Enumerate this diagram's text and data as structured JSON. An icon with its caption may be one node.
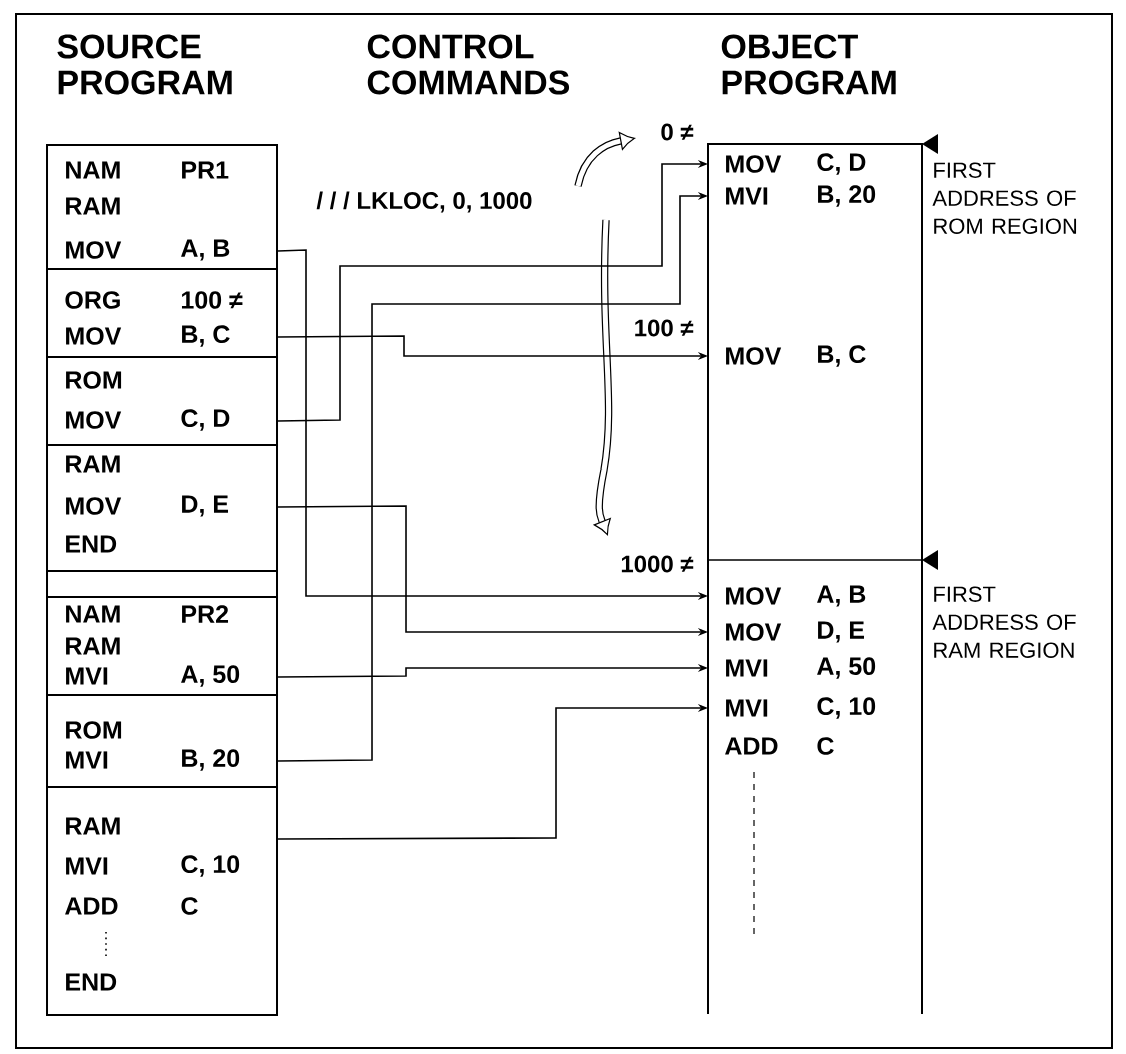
{
  "diagram": {
    "nodes": [
      {
        "text": [
          "NAM",
          "PR1",
          "RAM",
          "MOV",
          "A, B"
        ]
      },
      {
        "text": [
          "ORG",
          "100 ≠",
          "MOV",
          "B, C"
        ]
      },
      {
        "text": [
          "ROM",
          "MOV",
          "C, D"
        ]
      },
      {
        "text": [
          "RAM",
          "MOV",
          "D, E",
          "END"
        ]
      },
      {
        "text": [],
        "shape": "box"
      },
      {
        "text": [
          "NAM",
          "PR2",
          "RAM",
          "MVI",
          "A, 50"
        ]
      },
      {
        "text": [
          "ROM",
          "MVI",
          "B, 20"
        ]
      },
      {
        "text": [
          "RAM",
          "MVI",
          "C, 10",
          "ADD",
          "C",
          "END"
        ]
      },
      {
        "text": [],
        "shape": "box"
      },
      {
        "text": [
          "MOV",
          "C, D"
        ],
        "in": 8
      },
      {
        "text": [
          "MVI",
          "B, 20"
        ],
        "in": 8
      },
      {
        "text": [
          "MOV",
          "B, C"
        ],
        "in": 8
      },
      {
        "text": [
          "MOV",
          "A, B"
        ],
        "in": 8
      },
      {
        "text": [
          "MOV",
          "D, E"
        ],
        "in": 8
      },
      {
        "text": [
          "MVI",
          "A, 50"
        ],
        "in": 8
      },
      {
        "text": [
          "MVI",
          "C, 10"
        ],
        "in": 8
      },
      {
        "text": [
          "ADD",
          "C"
        ],
        "in": 8
      }
    ],
    "edges": [
      {
        "from": 0,
        "to": 12,
        "arrow": "to"
      },
      {
        "from": 1,
        "to": 11,
        "arrow": "to"
      },
      {
        "from": 2,
        "to": 9,
        "arrow": "to"
      },
      {
        "from": 3,
        "to": 13,
        "arrow": "to"
      },
      {
        "from": 5,
        "to": 14,
        "arrow": "to"
      },
      {
        "from": 6,
        "to": 10,
        "arrow": "to"
      },
      {
        "from": 7,
        "to": 15,
        "arrow": "to"
      }
    ],
    "labels": [
      "SOURCE PROGRAM",
      "CONTROL COMMANDS",
      "OBJECT PROGRAM",
      "0 ≠",
      "/ / / LKLOC, 0, 1000",
      "FIRST ADDRESS OF ROM REGION",
      "100 ≠",
      "1000 ≠",
      "FIRST ADDRESS OF RAM REGION"
    ]
  }
}
